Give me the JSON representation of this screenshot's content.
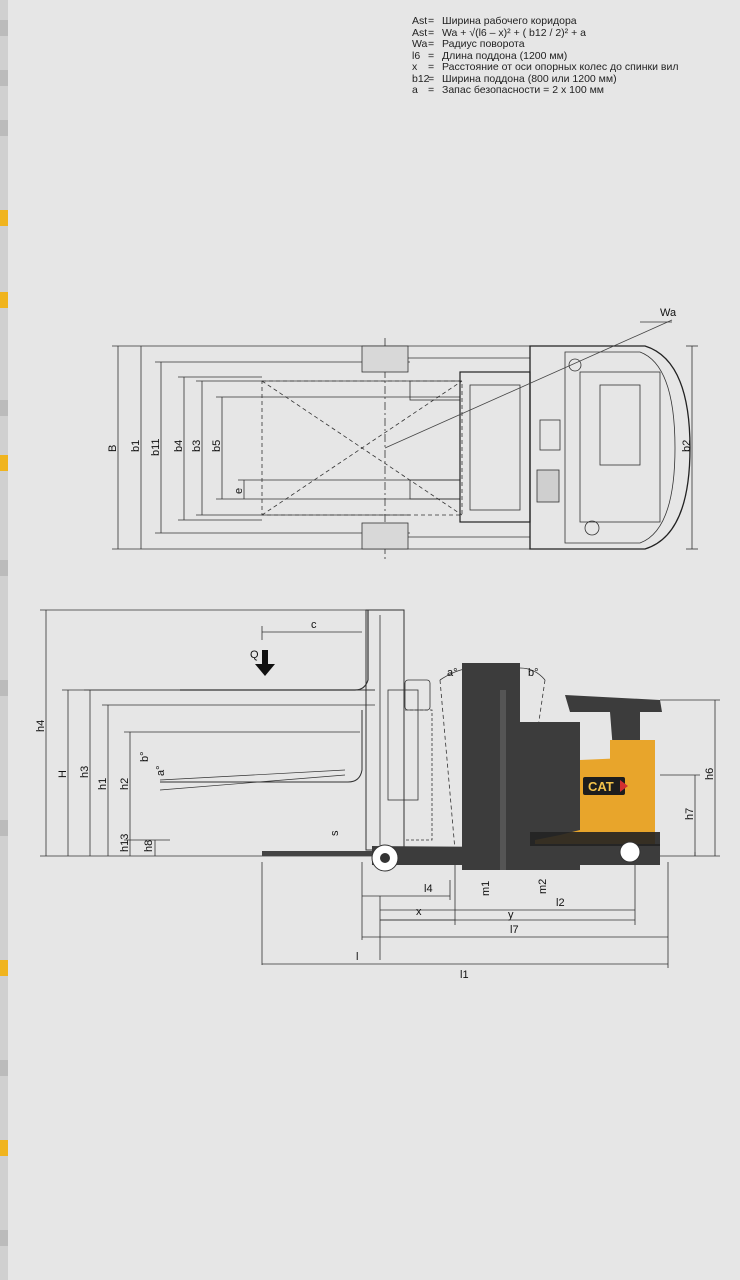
{
  "legend": [
    {
      "sym": "Ast",
      "text": "Ширина рабочего коридора"
    },
    {
      "sym": "Ast",
      "text": "Wa + √(l6 – x)² + ( b12 / 2)² + a"
    },
    {
      "sym": "Wa",
      "text": "Радиус поворота"
    },
    {
      "sym": "l6",
      "text": "Длина поддона (1200 мм)"
    },
    {
      "sym": "x",
      "text": "Расстояние от оси опорных колес до спинки вил"
    },
    {
      "sym": "b12",
      "text": "Ширина поддона (800 или 1200 мм)"
    },
    {
      "sym": "a",
      "text": "Запас безопасности = 2 x 100 мм"
    }
  ],
  "top_view": {
    "wa": "Wa",
    "left_dims": [
      "B",
      "b1",
      "b11",
      "b4",
      "b3",
      "b5",
      "e"
    ],
    "right_dim": "b2"
  },
  "side_view": {
    "left_dims": [
      "h4",
      "H",
      "h3",
      "h1",
      "h2",
      "h13",
      "h8"
    ],
    "c": "c",
    "q": "Q",
    "a_deg": "a°",
    "b_deg": "b°",
    "l4": "l4",
    "s": "s",
    "right_dims": [
      "h6",
      "h7"
    ],
    "m1": "m1",
    "m2": "m2",
    "l2": "l2",
    "bottom_dims": [
      "x",
      "y",
      "l7",
      "l",
      "l1"
    ],
    "logo": "CAT"
  },
  "colors": {
    "body": "#e8a52b",
    "dark": "#3c3c3c",
    "bg": "#e6e6e6"
  }
}
